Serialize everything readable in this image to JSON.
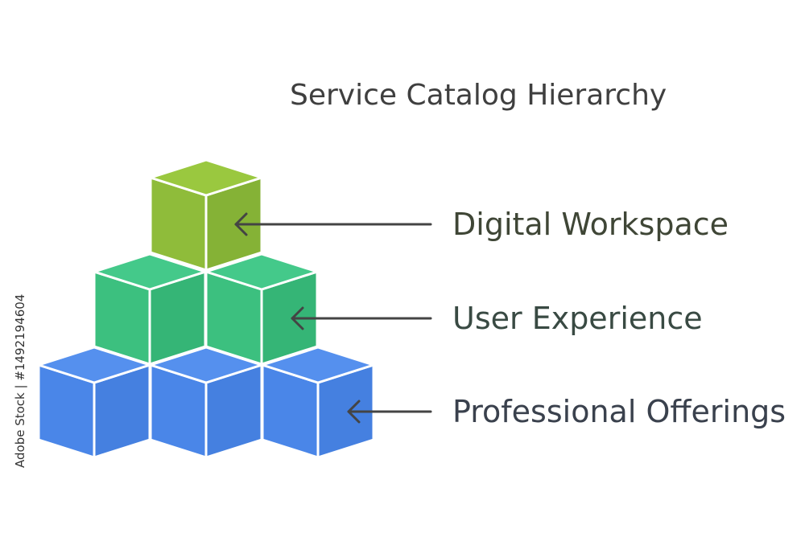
{
  "diagram": {
    "title": "Service Catalog Hierarchy",
    "levels": [
      {
        "label": "Digital Workspace",
        "color": "#8FBC3A",
        "top_color": "#9AC83F",
        "side_color": "#85B236",
        "text_color": "#3f4636"
      },
      {
        "label": "User Experience",
        "color": "#3CC07F",
        "top_color": "#44C98A",
        "side_color": "#35B576",
        "text_color": "#394a43"
      },
      {
        "label": "Professional Offerings",
        "color": "#4A86E8",
        "top_color": "#5590EE",
        "side_color": "#4580E0",
        "text_color": "#3a414d"
      }
    ],
    "pyramid_rows": [
      1,
      2,
      3
    ],
    "watermark": "Adobe Stock | #1492194604"
  }
}
